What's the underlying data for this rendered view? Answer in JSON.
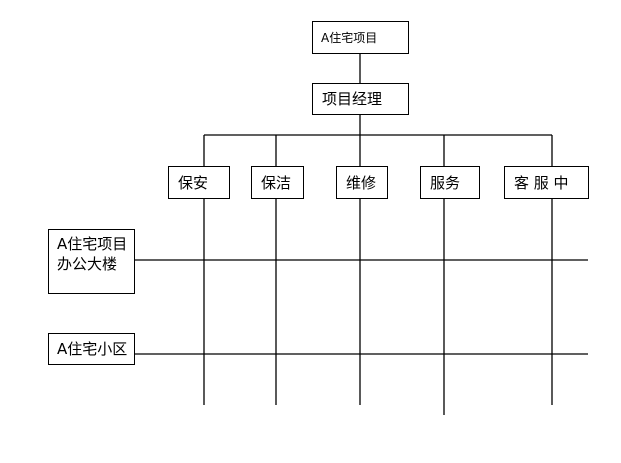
{
  "root": {
    "label": "A住宅项目"
  },
  "manager": {
    "label": "项目经理"
  },
  "departments": [
    {
      "label": "保安"
    },
    {
      "label": "保洁"
    },
    {
      "label": "维修"
    },
    {
      "label": "服务"
    },
    {
      "label": "客 服 中"
    }
  ],
  "sites": [
    {
      "label": "A住宅项目\n办公大楼"
    },
    {
      "label": "A住宅小区"
    }
  ]
}
